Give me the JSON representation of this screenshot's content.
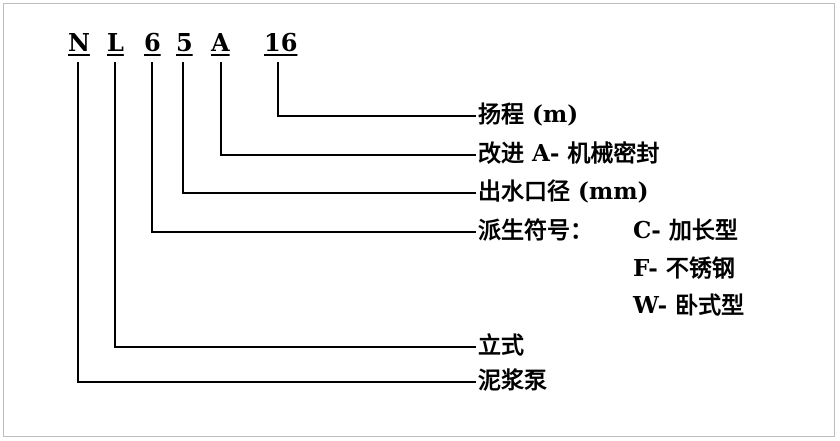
{
  "model_code": {
    "c1": "N",
    "c2": "L",
    "c3": "6",
    "c4": "5",
    "c5": "A",
    "c6": "16"
  },
  "labels": {
    "head": "扬程 (m)",
    "improved": "改进 A- 机械密封",
    "outlet": "出水口径 (mm)",
    "derived_prefix": "派生符号：",
    "derived_c": "C- 加长型",
    "derived_f": "F- 不锈钢",
    "derived_w": "W- 卧式型",
    "vertical": "立式",
    "slurry_pump": "泥浆泵"
  },
  "colors": {
    "line": "#000000",
    "frame": "#bdbdbd",
    "text": "#000000"
  }
}
